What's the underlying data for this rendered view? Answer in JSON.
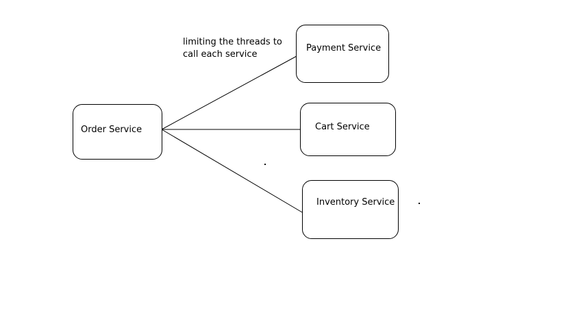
{
  "nodes": {
    "order": "Order Service",
    "payment": "Payment Service",
    "cart": "Cart Service",
    "inventory": "Inventory Service"
  },
  "annotation": {
    "line1": "limiting the threads to",
    "line2": "call each service"
  },
  "colors": {
    "stroke": "#000000",
    "background": "#ffffff"
  }
}
